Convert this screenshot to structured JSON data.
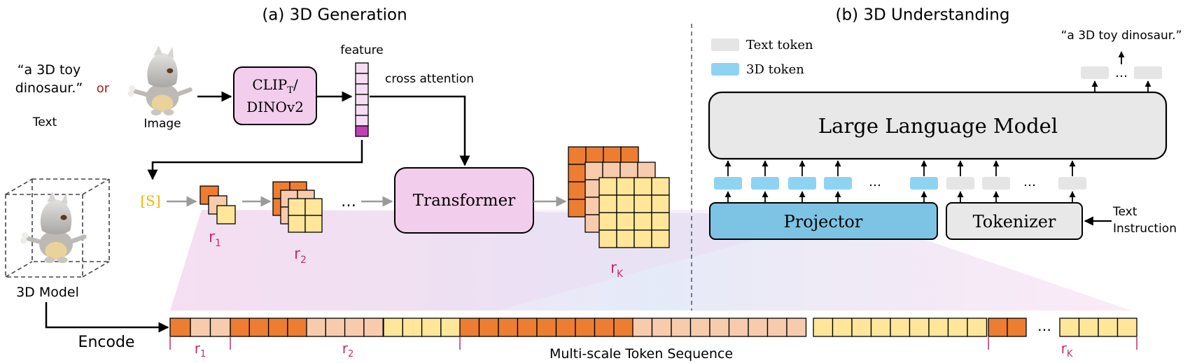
{
  "panel_a": {
    "title": "(a) 3D Generation",
    "text_prompt_line1": "“a 3D toy",
    "text_prompt_line2": "dinosaur.”",
    "or_label": "or",
    "text_label": "Text",
    "image_label": "Image",
    "encoder_line1": "CLIP",
    "encoder_sub": "T",
    "encoder_slash": "/",
    "encoder_line2": "DINOv2",
    "feature_label": "feature",
    "cross_attention_label": "cross attention",
    "start_token": "[S]",
    "transformer_label": "Transformer",
    "ellipsis": "…",
    "scale_r1": "r",
    "scale_r1_sub": "1",
    "scale_r2": "r",
    "scale_r2_sub": "2",
    "scale_rk": "r",
    "scale_rk_sub": "K",
    "model_label": "3D Model",
    "encode_label": "Encode",
    "sequence_label": "Multi-scale Token Sequence",
    "seq_r1": "r",
    "seq_r1_sub": "1",
    "seq_r2": "r",
    "seq_r2_sub": "2",
    "seq_rk": "r",
    "seq_rk_sub": "K",
    "seq_ellipsis": "…"
  },
  "panel_b": {
    "title": "(b) 3D Understanding",
    "legend_text_token": "Text token",
    "legend_3d_token": "3D token",
    "output_text": "“a 3D toy dinosaur.”",
    "llm_label": "Large Language Model",
    "projector_label": "Projector",
    "tokenizer_label": "Tokenizer",
    "instruction_line1": "Text",
    "instruction_line2": "Instruction",
    "ellipsis": "…"
  },
  "colors": {
    "orange": "#ED7D31",
    "peach": "#F8CBAD",
    "yellow": "#FFE699",
    "pink_box": "#F2CDEC",
    "blue_token": "#8FD3F2",
    "projector_blue": "#7DC4E4",
    "grey_token": "#E5E5E5",
    "llm_grey": "#E8E8E8",
    "feature_pink": "#F6DDF3",
    "feature_magenta": "#C23FB6",
    "label_red": "#C0306A",
    "start_yellow": "#F2B800"
  },
  "icons": {
    "toy": "dinosaur-toy-icon",
    "cube": "wireframe-cube-icon"
  }
}
